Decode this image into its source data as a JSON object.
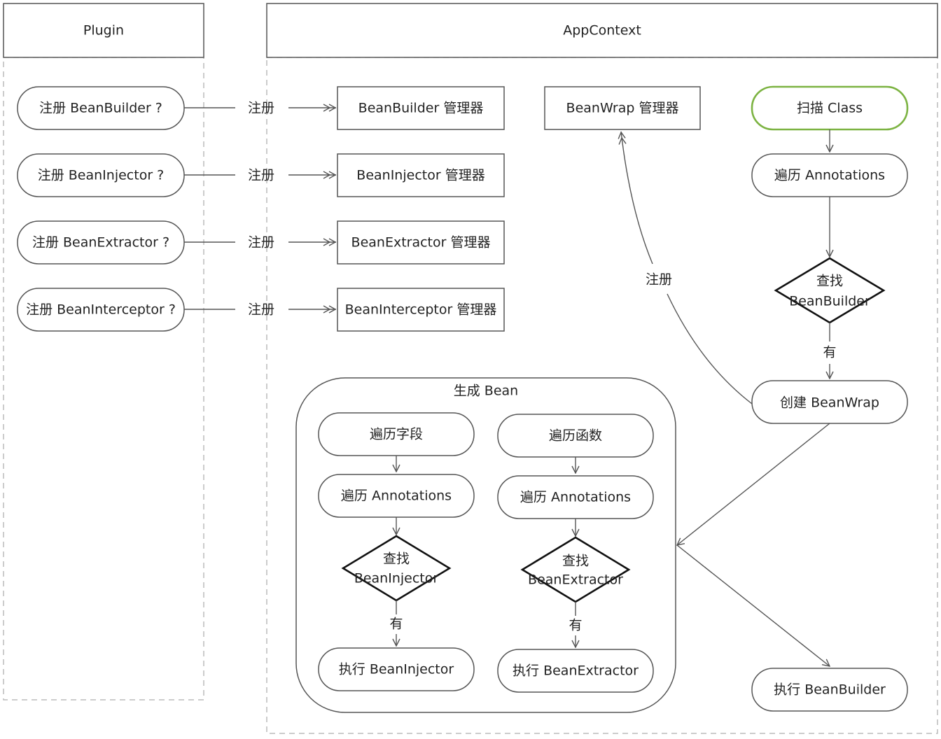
{
  "lanes": {
    "plugin": "Plugin",
    "app_context": "AppContext"
  },
  "plugin_nodes": [
    "注册 BeanBuilder ?",
    "注册 BeanInjector ?",
    "注册 BeanExtractor ?",
    "注册 BeanInterceptor ?"
  ],
  "register_label": "注册",
  "managers": [
    "BeanBuilder 管理器",
    "BeanInjector 管理器",
    "BeanExtractor 管理器",
    "BeanInterceptor 管理器"
  ],
  "wrap_manager": "BeanWrap 管理器",
  "main_flow": {
    "scan": "扫描 Class",
    "iterate": "遍历 Annotations",
    "find_builder": [
      "查找",
      "BeanBuilder"
    ],
    "yes": "有",
    "create_wrap": "创建 BeanWrap",
    "register": "注册",
    "exec_builder": "执行 BeanBuilder"
  },
  "generate": {
    "title": "生成 Bean",
    "fields": {
      "iterate": "遍历字段",
      "annotations": "遍历 Annotations",
      "find": [
        "查找",
        "BeanInjector"
      ],
      "yes": "有",
      "exec": "执行 BeanInjector"
    },
    "methods": {
      "iterate": "遍历函数",
      "annotations": "遍历 Annotations",
      "find": [
        "查找",
        "BeanExtractor"
      ],
      "yes": "有",
      "exec": "执行 BeanExtractor"
    }
  },
  "colors": {
    "start_border": "#7cb342"
  }
}
